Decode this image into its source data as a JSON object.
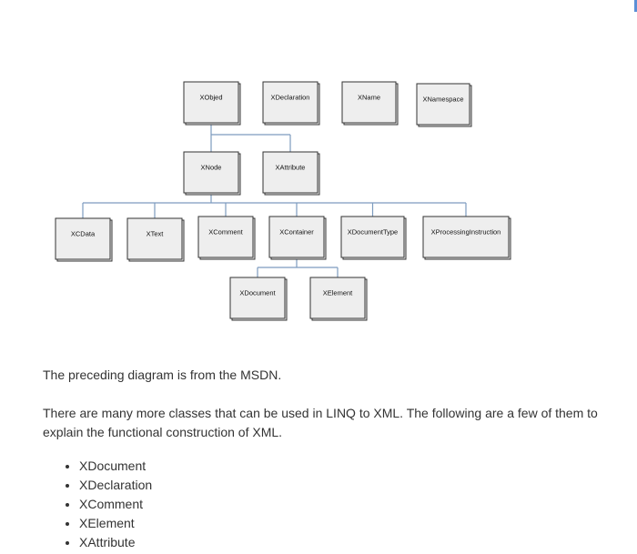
{
  "diagram": {
    "nodes": [
      {
        "id": "xobject",
        "label": "XObjed"
      },
      {
        "id": "xdeclaration",
        "label": "XDeclaration"
      },
      {
        "id": "xname",
        "label": "XName"
      },
      {
        "id": "xnamespace",
        "label": "XNamespace"
      },
      {
        "id": "xnode",
        "label": "XNode"
      },
      {
        "id": "xattribute",
        "label": "XAttribute"
      },
      {
        "id": "xcdata",
        "label": "XCData"
      },
      {
        "id": "xtext",
        "label": "XText"
      },
      {
        "id": "xcomment",
        "label": "XComment"
      },
      {
        "id": "xcontainer",
        "label": "XContainer"
      },
      {
        "id": "xdocumenttype",
        "label": "XDocumentType"
      },
      {
        "id": "xprocessinginstruction",
        "label": "XProcessingInstruction"
      },
      {
        "id": "xdocument",
        "label": "XDocument"
      },
      {
        "id": "xelement",
        "label": "XElement"
      }
    ],
    "edges": [
      {
        "from": "xobject",
        "to": "xnode"
      },
      {
        "from": "xobject",
        "to": "xattribute"
      },
      {
        "from": "xnode",
        "to": "xcdata"
      },
      {
        "from": "xnode",
        "to": "xtext"
      },
      {
        "from": "xnode",
        "to": "xcomment"
      },
      {
        "from": "xnode",
        "to": "xcontainer"
      },
      {
        "from": "xnode",
        "to": "xdocumenttype"
      },
      {
        "from": "xnode",
        "to": "xprocessinginstruction"
      },
      {
        "from": "xcontainer",
        "to": "xdocument"
      },
      {
        "from": "xcontainer",
        "to": "xelement"
      }
    ]
  },
  "text": {
    "p1": "The preceding diagram is from the MSDN.",
    "p2": "There are many more classes that can be used in LINQ to XML. The following are a few of them to explain the functional construction of XML.",
    "bullets": [
      "XDocument",
      "XDeclaration",
      "XComment",
      "XElement",
      "XAttribute"
    ]
  },
  "colors": {
    "connector": "#7d9bbf",
    "box_fill": "#eeeeee",
    "box_border": "#333333",
    "edge_mark": "#5b8fd6"
  }
}
